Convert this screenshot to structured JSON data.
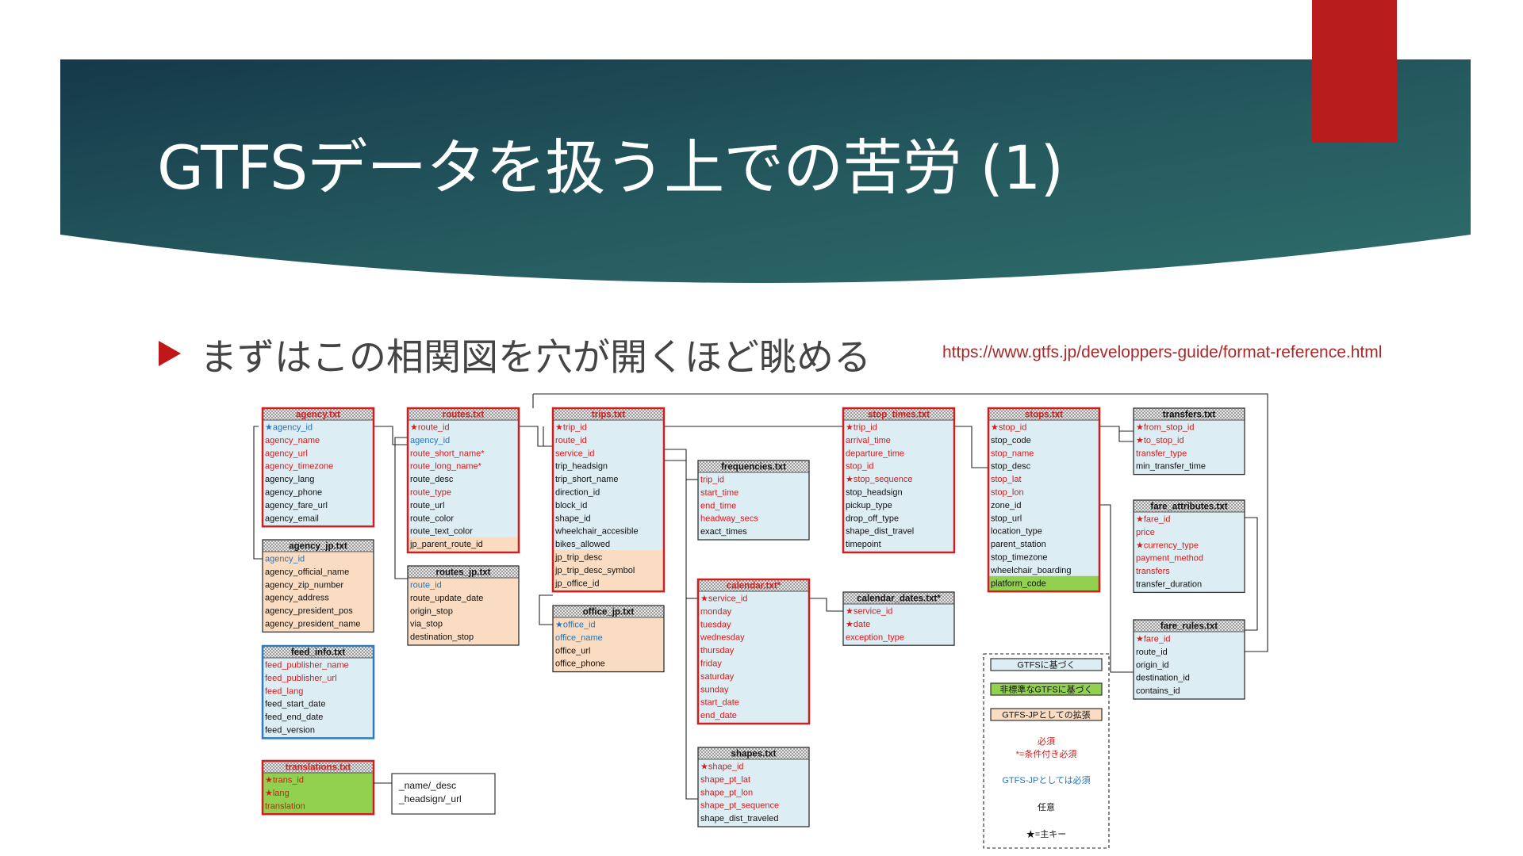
{
  "slide": {
    "title": "GTFSデータを扱う上での苦労 (1)",
    "bullet": "まずはこの相関図を穴が開くほど眺める",
    "source_url": "https://www.gtfs.jp/developpers-guide/format-reference.html"
  },
  "colors": {
    "banner_dark": "#15394a",
    "banner_mid": "#2f6d6b",
    "accent_red": "#c0171b",
    "gtfs_fill": "#dcedf4",
    "jp_fill": "#fadcc2",
    "ext_fill": "#92d050",
    "border_red": "#cc1f1f",
    "border_blue": "#2f7bbf",
    "text_red": "#d21c1c",
    "text_blue": "#2573b9"
  },
  "diagram": {
    "tables": [
      {
        "id": "agency",
        "title": "agency.txt",
        "required": true,
        "fill": "gtfs",
        "border": "red",
        "fields": [
          {
            "name": "★agency_id",
            "color": "blue"
          },
          {
            "name": "agency_name",
            "color": "red"
          },
          {
            "name": "agency_url",
            "color": "red"
          },
          {
            "name": "agency_timezone",
            "color": "red"
          },
          {
            "name": "agency_lang",
            "color": "black"
          },
          {
            "name": "agency_phone",
            "color": "black"
          },
          {
            "name": "agency_fare_url",
            "color": "black"
          },
          {
            "name": "agency_email",
            "color": "black"
          }
        ]
      },
      {
        "id": "agency_jp",
        "title": "agency_jp.txt",
        "required": false,
        "fill": "jp",
        "border": "black",
        "fields": [
          {
            "name": "agency_id",
            "color": "blue"
          },
          {
            "name": "agency_official_name",
            "color": "black"
          },
          {
            "name": "agency_zip_number",
            "color": "black"
          },
          {
            "name": "agency_address",
            "color": "black"
          },
          {
            "name": "agency_president_pos",
            "color": "black"
          },
          {
            "name": "agency_president_name",
            "color": "black"
          }
        ]
      },
      {
        "id": "feed_info",
        "title": "feed_info.txt",
        "required": false,
        "fill": "gtfs",
        "border": "blue",
        "fields": [
          {
            "name": "feed_publisher_name",
            "color": "red"
          },
          {
            "name": "feed_publisher_url",
            "color": "red"
          },
          {
            "name": "feed_lang",
            "color": "red"
          },
          {
            "name": "feed_start_date",
            "color": "black"
          },
          {
            "name": "feed_end_date",
            "color": "black"
          },
          {
            "name": "feed_version",
            "color": "black"
          }
        ]
      },
      {
        "id": "translations",
        "title": "translations.txt",
        "required": true,
        "fill": "ext",
        "border": "red",
        "fields": [
          {
            "name": "★trans_id",
            "color": "red"
          },
          {
            "name": "★lang",
            "color": "red"
          },
          {
            "name": "translation",
            "color": "red"
          }
        ]
      },
      {
        "id": "routes",
        "title": "routes.txt",
        "required": true,
        "fill": "gtfs",
        "border": "red",
        "fields": [
          {
            "name": "★route_id",
            "color": "red"
          },
          {
            "name": "agency_id",
            "color": "blue"
          },
          {
            "name": "route_short_name*",
            "color": "red"
          },
          {
            "name": "route_long_name*",
            "color": "red"
          },
          {
            "name": "route_desc",
            "color": "black"
          },
          {
            "name": "route_type",
            "color": "red"
          },
          {
            "name": "route_url",
            "color": "black"
          },
          {
            "name": "route_color",
            "color": "black"
          },
          {
            "name": "route_text_color",
            "color": "black"
          },
          {
            "name": "jp_parent_route_id",
            "color": "black",
            "fill": "jp"
          }
        ]
      },
      {
        "id": "routes_jp",
        "title": "routes_jp.txt",
        "required": false,
        "fill": "jp",
        "border": "black",
        "fields": [
          {
            "name": "route_id",
            "color": "blue"
          },
          {
            "name": "route_update_date",
            "color": "black"
          },
          {
            "name": "origin_stop",
            "color": "black"
          },
          {
            "name": "via_stop",
            "color": "black"
          },
          {
            "name": "destination_stop",
            "color": "black"
          }
        ]
      },
      {
        "id": "trips",
        "title": "trips.txt",
        "required": true,
        "fill": "gtfs",
        "border": "red",
        "fields": [
          {
            "name": "★trip_id",
            "color": "red"
          },
          {
            "name": "route_id",
            "color": "red"
          },
          {
            "name": "service_id",
            "color": "red"
          },
          {
            "name": "trip_headsign",
            "color": "black"
          },
          {
            "name": "trip_short_name",
            "color": "black"
          },
          {
            "name": "direction_id",
            "color": "black"
          },
          {
            "name": "block_id",
            "color": "black"
          },
          {
            "name": "shape_id",
            "color": "black"
          },
          {
            "name": "wheelchair_accesible",
            "color": "black"
          },
          {
            "name": "bikes_allowed",
            "color": "black"
          },
          {
            "name": "jp_trip_desc",
            "color": "black",
            "fill": "jp"
          },
          {
            "name": "jp_trip_desc_symbol",
            "color": "black",
            "fill": "jp"
          },
          {
            "name": "jp_office_id",
            "color": "black",
            "fill": "jp"
          }
        ]
      },
      {
        "id": "office_jp",
        "title": "office_jp.txt",
        "required": false,
        "fill": "jp",
        "border": "black",
        "fields": [
          {
            "name": "★office_id",
            "color": "blue"
          },
          {
            "name": "office_name",
            "color": "blue"
          },
          {
            "name": "office_url",
            "color": "black"
          },
          {
            "name": "office_phone",
            "color": "black"
          }
        ]
      },
      {
        "id": "frequencies",
        "title": "frequencies.txt",
        "required": false,
        "fill": "gtfs",
        "border": "black",
        "fields": [
          {
            "name": "trip_id",
            "color": "red"
          },
          {
            "name": "start_time",
            "color": "red"
          },
          {
            "name": "end_time",
            "color": "red"
          },
          {
            "name": "headway_secs",
            "color": "red"
          },
          {
            "name": "exact_times",
            "color": "black"
          }
        ]
      },
      {
        "id": "calendar",
        "title": "calendar.txt*",
        "required": true,
        "fill": "gtfs",
        "border": "red",
        "fields": [
          {
            "name": "★service_id",
            "color": "red"
          },
          {
            "name": "monday",
            "color": "red"
          },
          {
            "name": "tuesday",
            "color": "red"
          },
          {
            "name": "wednesday",
            "color": "red"
          },
          {
            "name": "thursday",
            "color": "red"
          },
          {
            "name": "friday",
            "color": "red"
          },
          {
            "name": "saturday",
            "color": "red"
          },
          {
            "name": "sunday",
            "color": "red"
          },
          {
            "name": "start_date",
            "color": "red"
          },
          {
            "name": "end_date",
            "color": "red"
          }
        ]
      },
      {
        "id": "shapes",
        "title": "shapes.txt",
        "required": false,
        "fill": "gtfs",
        "border": "black",
        "fields": [
          {
            "name": "★shape_id",
            "color": "red"
          },
          {
            "name": "shape_pt_lat",
            "color": "red"
          },
          {
            "name": "shape_pt_lon",
            "color": "red"
          },
          {
            "name": "shape_pt_sequence",
            "color": "red"
          },
          {
            "name": "shape_dist_traveled",
            "color": "black"
          }
        ]
      },
      {
        "id": "stop_times",
        "title": "stop_times.txt",
        "required": true,
        "fill": "gtfs",
        "border": "red",
        "fields": [
          {
            "name": "★trip_id",
            "color": "red"
          },
          {
            "name": "arrival_time",
            "color": "red"
          },
          {
            "name": "departure_time",
            "color": "red"
          },
          {
            "name": "stop_id",
            "color": "red"
          },
          {
            "name": "★stop_sequence",
            "color": "red"
          },
          {
            "name": "stop_headsign",
            "color": "black"
          },
          {
            "name": "pickup_type",
            "color": "black"
          },
          {
            "name": "drop_off_type",
            "color": "black"
          },
          {
            "name": "shape_dist_travel",
            "color": "black"
          },
          {
            "name": "timepoint",
            "color": "black"
          }
        ]
      },
      {
        "id": "calendar_dates",
        "title": "calendar_dates.txt*",
        "required": false,
        "fill": "gtfs",
        "border": "black",
        "fields": [
          {
            "name": "★service_id",
            "color": "red"
          },
          {
            "name": "★date",
            "color": "red"
          },
          {
            "name": "exception_type",
            "color": "red"
          }
        ]
      },
      {
        "id": "stops",
        "title": "stops.txt",
        "required": true,
        "fill": "gtfs",
        "border": "red",
        "fields": [
          {
            "name": "★stop_id",
            "color": "red"
          },
          {
            "name": "stop_code",
            "color": "black"
          },
          {
            "name": "stop_name",
            "color": "red"
          },
          {
            "name": "stop_desc",
            "color": "black"
          },
          {
            "name": "stop_lat",
            "color": "red"
          },
          {
            "name": "stop_lon",
            "color": "red"
          },
          {
            "name": "zone_id",
            "color": "black"
          },
          {
            "name": "stop_url",
            "color": "black"
          },
          {
            "name": "location_type",
            "color": "black"
          },
          {
            "name": "parent_station",
            "color": "black"
          },
          {
            "name": "stop_timezone",
            "color": "black"
          },
          {
            "name": "wheelchair_boarding",
            "color": "black"
          },
          {
            "name": "platform_code",
            "color": "black",
            "fill": "ext"
          }
        ]
      },
      {
        "id": "transfers",
        "title": "transfers.txt",
        "required": false,
        "fill": "gtfs",
        "border": "black",
        "fields": [
          {
            "name": "★from_stop_id",
            "color": "red"
          },
          {
            "name": "★to_stop_id",
            "color": "red"
          },
          {
            "name": "transfer_type",
            "color": "red"
          },
          {
            "name": "min_transfer_time",
            "color": "black"
          }
        ]
      },
      {
        "id": "fare_attributes",
        "title": "fare_attributes.txt",
        "required": false,
        "fill": "gtfs",
        "border": "black",
        "fields": [
          {
            "name": "★fare_id",
            "color": "red"
          },
          {
            "name": "price",
            "color": "red"
          },
          {
            "name": "★currency_type",
            "color": "red"
          },
          {
            "name": "payment_method",
            "color": "red"
          },
          {
            "name": "transfers",
            "color": "red"
          },
          {
            "name": "transfer_duration",
            "color": "black"
          }
        ]
      },
      {
        "id": "fare_rules",
        "title": "fare_rules.txt",
        "required": false,
        "fill": "gtfs",
        "border": "black",
        "fields": [
          {
            "name": "★fare_id",
            "color": "red"
          },
          {
            "name": "route_id",
            "color": "black"
          },
          {
            "name": "origin_id",
            "color": "black"
          },
          {
            "name": "destination_id",
            "color": "black"
          },
          {
            "name": "contains_id",
            "color": "black"
          }
        ]
      }
    ],
    "translation_note": [
      "_name/_desc",
      "_headsign/_url"
    ],
    "legend": {
      "gtfs": "GTFSに基づく",
      "ext": "非標準なGTFSに基づく",
      "jp": "GTFS-JPとしての拡張",
      "required": "必須",
      "conditional": "*=条件付き必須",
      "jp_required": "GTFS-JPとしては必須",
      "optional": "任意",
      "primary_key": "★=主キー"
    }
  }
}
